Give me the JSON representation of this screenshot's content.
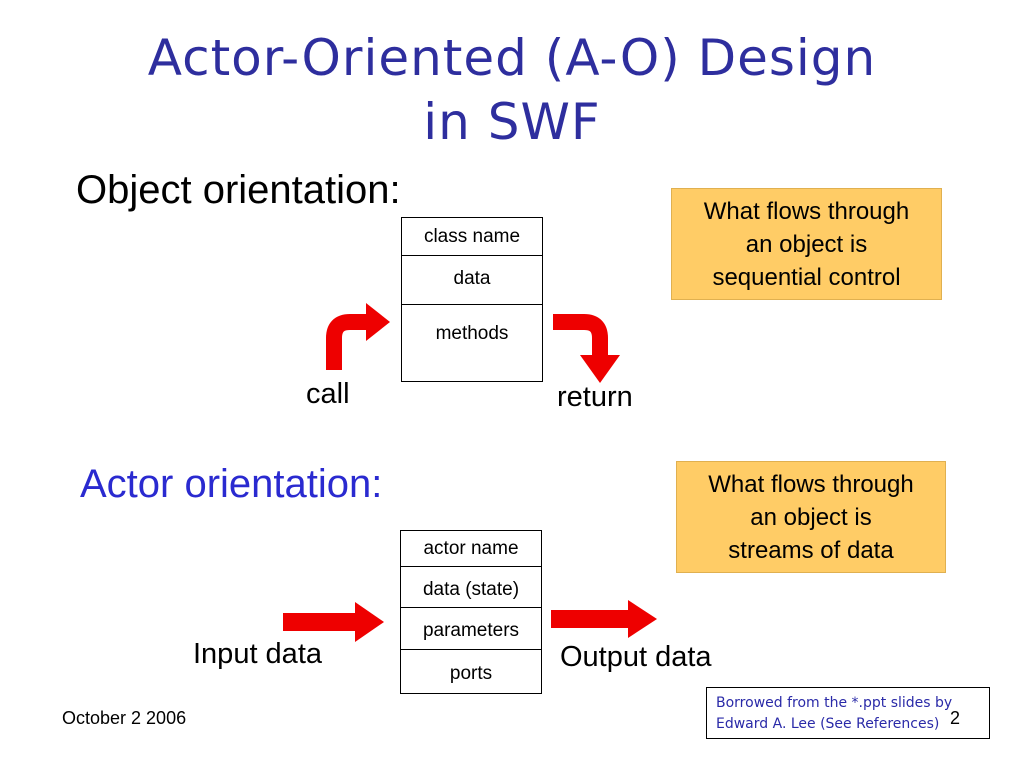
{
  "slide": {
    "title_line1": "Actor-Oriented (A-O) Design",
    "title_line2": "in SWF",
    "object_heading": "Object orientation:",
    "actor_heading": "Actor orientation:",
    "object_note": [
      "What flows through",
      "an object is",
      "sequential control"
    ],
    "actor_note": [
      "What flows through",
      "an object is",
      "streams of data"
    ],
    "object_box": {
      "name": "class name",
      "data": "data",
      "methods": "methods"
    },
    "actor_box": {
      "name": "actor name",
      "state": "data (state)",
      "parameters": "parameters",
      "ports": "ports"
    },
    "labels": {
      "call": "call",
      "return": "return",
      "input": "Input data",
      "output": "Output data"
    },
    "footer": {
      "date": "October 2 2006",
      "page": "2",
      "credit_line1": "Borrowed from the *.ppt slides by",
      "credit_line2": "Edward A. Lee (See References)"
    },
    "colors": {
      "title": "#2e2e9e",
      "actor_heading": "#2a2ad0",
      "note_bg": "#ffcc66",
      "arrow": "#ee0000",
      "credit": "#2a2aa8"
    }
  }
}
